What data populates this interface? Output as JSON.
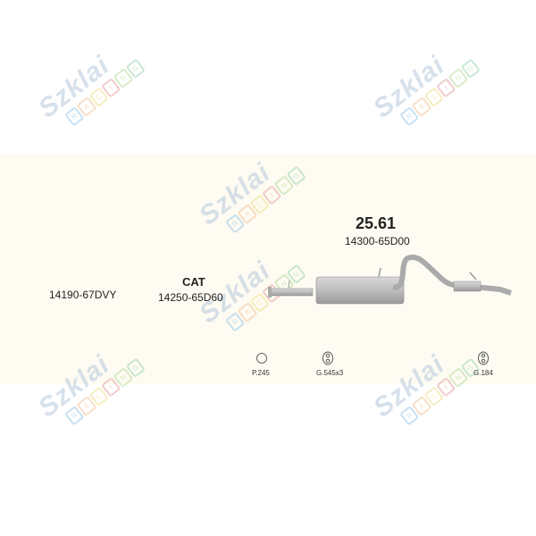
{
  "watermark": {
    "brand": "Szklai",
    "sub": [
      "R",
      "A",
      "C",
      "I",
      "N",
      "G"
    ],
    "colors": [
      "#9cc9e8",
      "#f3c69c",
      "#f0e08a",
      "#e6a3a3",
      "#b9dc9f",
      "#9fd6b4"
    ]
  },
  "parts": {
    "front": {
      "code": "14190-67DVY"
    },
    "cat": {
      "label": "CAT",
      "code": "14250-65D60"
    },
    "main": {
      "number": "25.61",
      "code": "14300-65D00"
    }
  },
  "accessories": [
    {
      "label": "P.245",
      "icon": "ring-icon"
    },
    {
      "label": "G.545x3",
      "icon": "rubber-hanger-icon"
    },
    {
      "label": "G.184",
      "icon": "rubber-hanger-icon"
    }
  ]
}
